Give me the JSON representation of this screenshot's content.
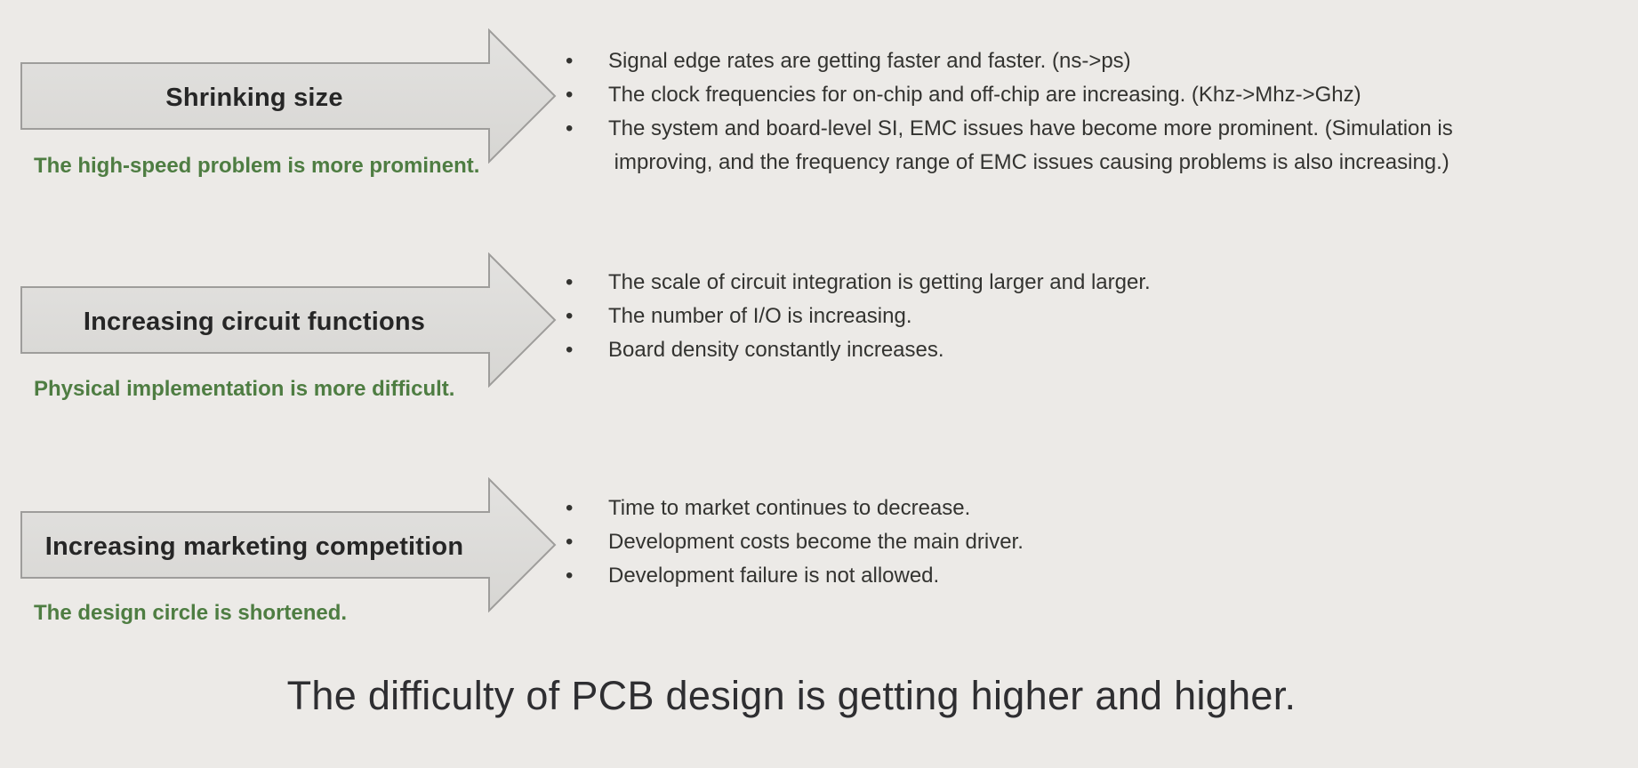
{
  "colors": {
    "background": "#ECEAE7",
    "arrow_fill_top": "#E3E2E0",
    "arrow_fill_bottom": "#D7D6D3",
    "arrow_border": "#9E9D9B",
    "arrow_label_text": "#262626",
    "caption_green": "#4E7D42",
    "bullet_text": "#333330",
    "footer_title_text": "#2E2E31"
  },
  "bullet_char": "•",
  "groups": [
    {
      "arrow_label": "Shrinking size",
      "caption": "The high-speed problem is more prominent.",
      "bullets": [
        "Signal edge rates are getting faster and faster. (ns->ps)",
        "The clock frequencies for on-chip and off-chip are increasing. (Khz->Mhz->Ghz)",
        "The system and board-level SI, EMC issues have become more prominent. (Simulation is\n improving, and the frequency range of EMC issues causing problems is also increasing.)"
      ]
    },
    {
      "arrow_label": "Increasing circuit functions",
      "caption": "Physical implementation is more difficult.",
      "bullets": [
        "The scale of circuit integration is getting larger and larger.",
        "The number of I/O is increasing.",
        "Board density constantly increases."
      ]
    },
    {
      "arrow_label": "Increasing marketing competition",
      "caption": "The design circle is shortened.",
      "bullets": [
        "Time to market continues to decrease.",
        "Development costs become the main driver.",
        "Development failure is not allowed."
      ]
    }
  ],
  "footer": {
    "title": "The difficulty of PCB design is getting higher and higher."
  }
}
